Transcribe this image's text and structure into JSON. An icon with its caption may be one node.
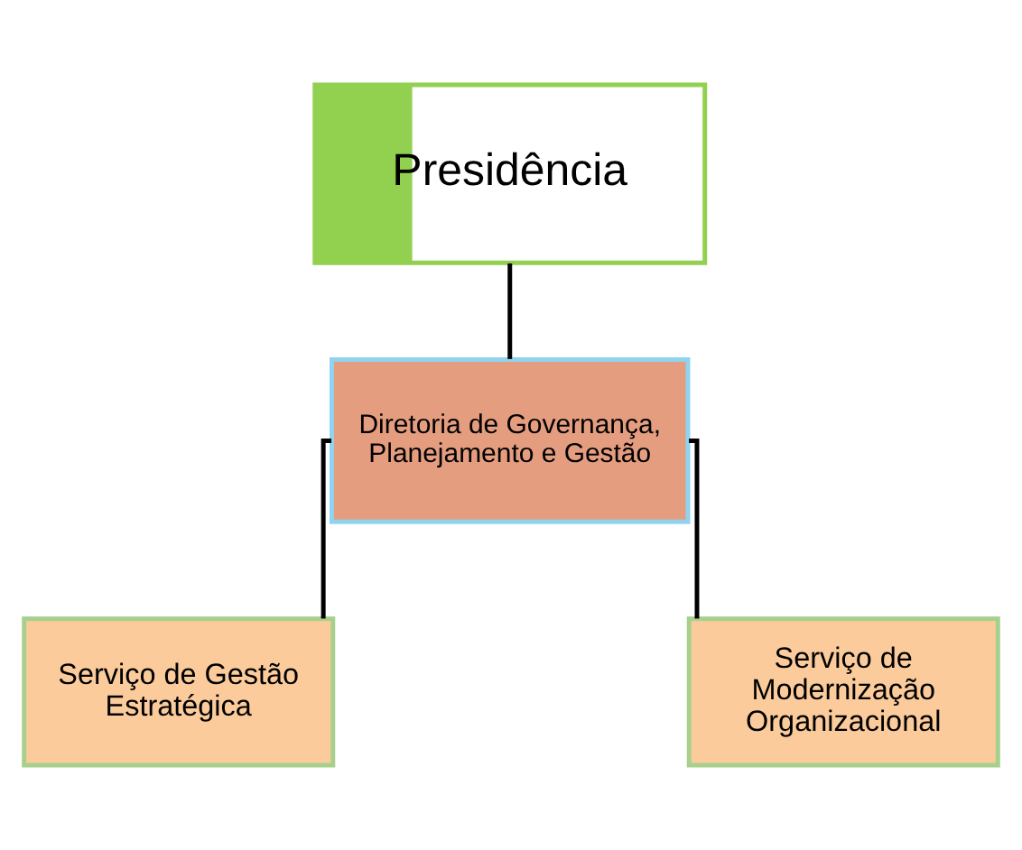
{
  "diagram": {
    "nodes": [
      {
        "text": [
          "Presidência"
        ]
      },
      {
        "text": [
          "Diretoria de Governança, Planejamento e Gestão"
        ]
      },
      {
        "text": [
          "Serviço de Gestão Estratégica"
        ]
      },
      {
        "text": [
          "Serviço de Modernização Organizacional"
        ]
      }
    ],
    "edges": [
      {
        "from": 0,
        "to": 1,
        "arrow": "none"
      },
      {
        "from": 1,
        "to": 2,
        "arrow": "none"
      },
      {
        "from": 1,
        "to": 3,
        "arrow": "none"
      }
    ]
  }
}
